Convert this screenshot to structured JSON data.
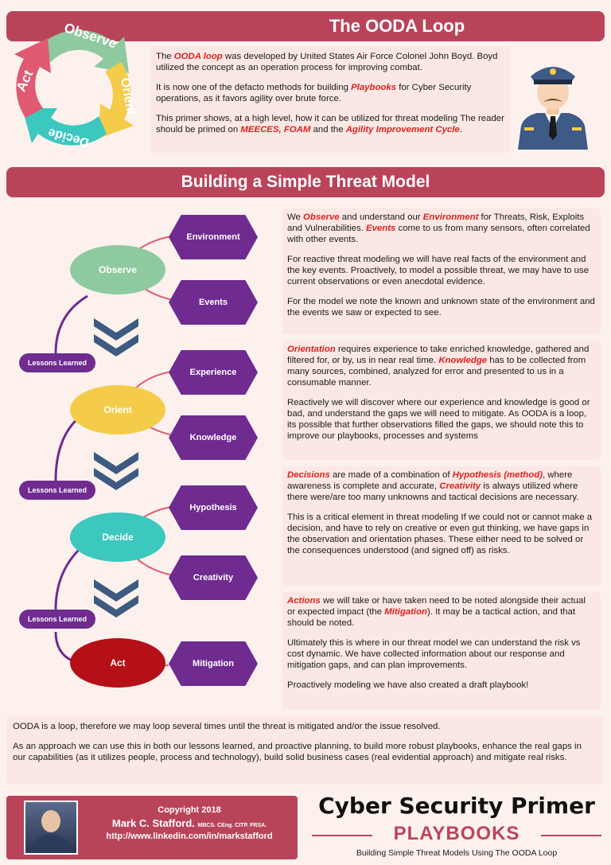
{
  "header": {
    "title": "The OODA Loop",
    "loop_labels": [
      "Observe",
      "Orient",
      "Decide",
      "Act"
    ]
  },
  "intro": {
    "p1_pre": "The ",
    "p1_hl": "OODA loop",
    "p1_post": " was developed by United States Air Force Colonel John Boyd. Boyd utilized the concept as an operation process for improving combat.",
    "p2_pre": "It is now one of the defacto methods for building ",
    "p2_hl": "Playbooks",
    "p2_post": " for Cyber Security operations, as it favors agility over brute force.",
    "p3_pre": "This primer shows, at a high level, how it can be utilized for threat modeling The reader should be primed on ",
    "p3_hl1": "MEECES, FOAM",
    "p3_mid": " and the ",
    "p3_hl2": "Agility Improvement Cycle",
    "p3_post": "."
  },
  "section": {
    "title": "Building a Simple Threat Model"
  },
  "diagram": {
    "stages": [
      "Observe",
      "Orient",
      "Decide",
      "Act"
    ],
    "inputs": [
      "Environment",
      "Events",
      "Experience",
      "Knowledge",
      "Hypothesis",
      "Creativity",
      "Mitigation"
    ],
    "lessons": "Lessons Learned"
  },
  "observe": {
    "a1": "We ",
    "h1": "Observe",
    "a2": " and understand our ",
    "h2": "Environment",
    "a3": " for Threats, Risk, Exploits and Vulnerabilities. ",
    "h3": "Events",
    "a4": " come to us from many sensors, often correlated with other events.",
    "p2": "For reactive threat modeling we will have real facts of the environment and the key events. Proactively, to model a possible threat, we may have to use current observations or even anecdotal evidence.",
    "p3": "For the model we note the known and unknown state of the environment and the events we saw or expected to see."
  },
  "orient": {
    "h1": "Orientation",
    "a1": " requires experience to take enriched knowledge, gathered and filtered for, or by, us in near real time. ",
    "h2": "Knowledge",
    "a2": " has to be collected from many sources, combined, analyzed for error and presented to us in a consumable manner.",
    "p2": "Reactively we will discover where our experience and knowledge is good or bad, and understand the gaps we will need to mitigate. As OODA is a loop, its possible that further observations filled the gaps, we should note this to improve our playbooks, processes and systems"
  },
  "decide": {
    "h1": "Decisions",
    "a1": " are made of a combination of ",
    "h2": "Hypothesis (method)",
    "a2": ", where awareness is complete and accurate, ",
    "h3": "Creativity",
    "a3": " is always utilized where there were/are too many unknowns and tactical decisions are necessary.",
    "p2": "This is a critical element in threat modeling If we could not or cannot make a decision, and have to rely on creative or even gut thinking, we have gaps in the observation and orientation phases. These either need to be solved or the consequences understood (and signed off) as risks."
  },
  "act": {
    "h1": "Actions",
    "a1": " we will take or have taken need to be noted alongside their actual or expected impact (the ",
    "h2": "Mitigation",
    "a2": "). It may be a tactical action, and that should be noted.",
    "p2": "Ultimately this is where in our threat model we can understand the risk vs cost dynamic. We have collected information about our response and mitigation gaps, and can plan improvements.",
    "p3": "Proactively modeling we have also created a draft playbook!"
  },
  "bottom": {
    "p1": "OODA is a loop, therefore we may loop several times until the threat is mitigated and/or the issue resolved.",
    "p2": "As an approach we can use this in both our lessons learned, and proactive planning, to build more robust playbooks, enhance the real gaps in our capabilities (as it utilizes people, process and technology), build solid business cases (real evidential approach) and mitigate real risks."
  },
  "footer": {
    "copyright": "Copyright 2018",
    "name": "Mark C. Stafford.",
    "credentials": "MBCS. CEng. CITP. FRSA.",
    "link": "http://www.linkedin.com/in/markstafford",
    "primer": "Cyber Security Primer",
    "playbooks": "PLAYBOOKS",
    "subtitle": "Building Simple Threat Models Using The OODA Loop"
  },
  "colors": {
    "banner": "#b9445a",
    "purple": "#6f2b90",
    "observe": "#8fc9a0",
    "orient": "#f5cc4a",
    "decide": "#3cc7bf",
    "act": "#b50f17",
    "chevron": "#3d5a80",
    "highlight": "#e0201e"
  }
}
